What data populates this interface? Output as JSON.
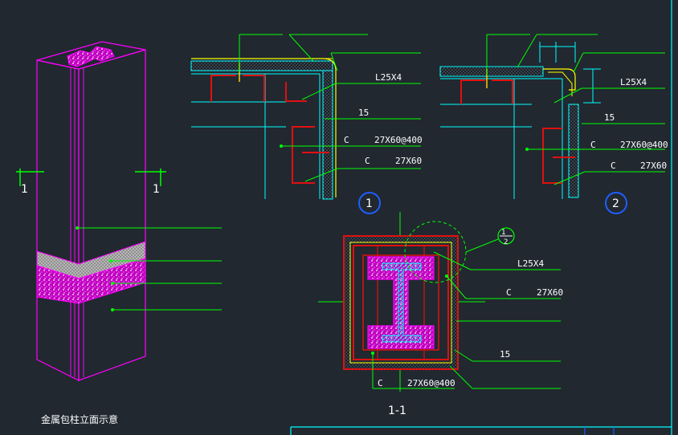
{
  "colors": {
    "background": "#212830",
    "leader": "#00ff00",
    "column": "#ff00ff",
    "channel": "#e01010",
    "panel_edge": "#00ffff",
    "angle": "#ffff00",
    "bubble": "#1e5fff",
    "frame": "#00ffff",
    "text": "#ffffff"
  },
  "elevation": {
    "title": "金属包柱立面示意",
    "section_mark_left": "1",
    "section_mark_right": "1"
  },
  "detail1": {
    "bubble": "1",
    "label_angle": "L25X4",
    "label_thickness": "15",
    "label_channel_spaced_prefix": "C",
    "label_channel_spaced": "27X60@400",
    "label_channel_prefix": "C",
    "label_channel": "27X60"
  },
  "detail2": {
    "bubble": "2",
    "label_angle": "L25X4",
    "label_thickness": "15",
    "label_channel_spaced_prefix": "C",
    "label_channel_spaced": "27X60@400",
    "label_channel_prefix": "C",
    "label_channel": "27X60"
  },
  "section": {
    "title": "1-1",
    "callout_top": "1",
    "callout_bottom": "2",
    "label_angle": "L25X4",
    "label_channel_prefix": "C",
    "label_channel": "27X60",
    "label_thickness": "15",
    "label_channel_spaced_prefix": "C",
    "label_channel_spaced": "27X60@400"
  }
}
